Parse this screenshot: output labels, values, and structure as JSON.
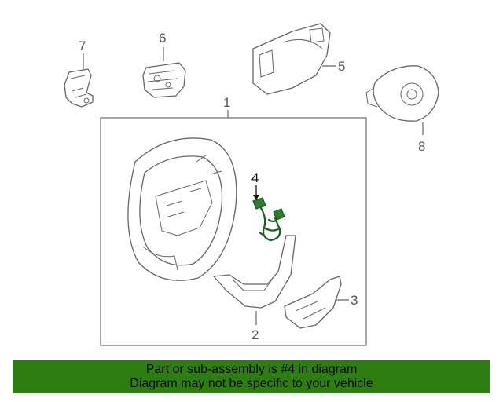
{
  "callouts": {
    "c1": "1",
    "c2": "2",
    "c3": "3",
    "c4": "4",
    "c5": "5",
    "c6": "6",
    "c7": "7",
    "c8": "8"
  },
  "highlighted_part": "4",
  "colors": {
    "highlight": "#2e7d32",
    "banner_background": "#2e7d13",
    "line_art": "#666666"
  },
  "banner": {
    "line1": "Part or sub-assembly is #4 in diagram",
    "line2": "Diagram may not be specific to your vehicle"
  }
}
